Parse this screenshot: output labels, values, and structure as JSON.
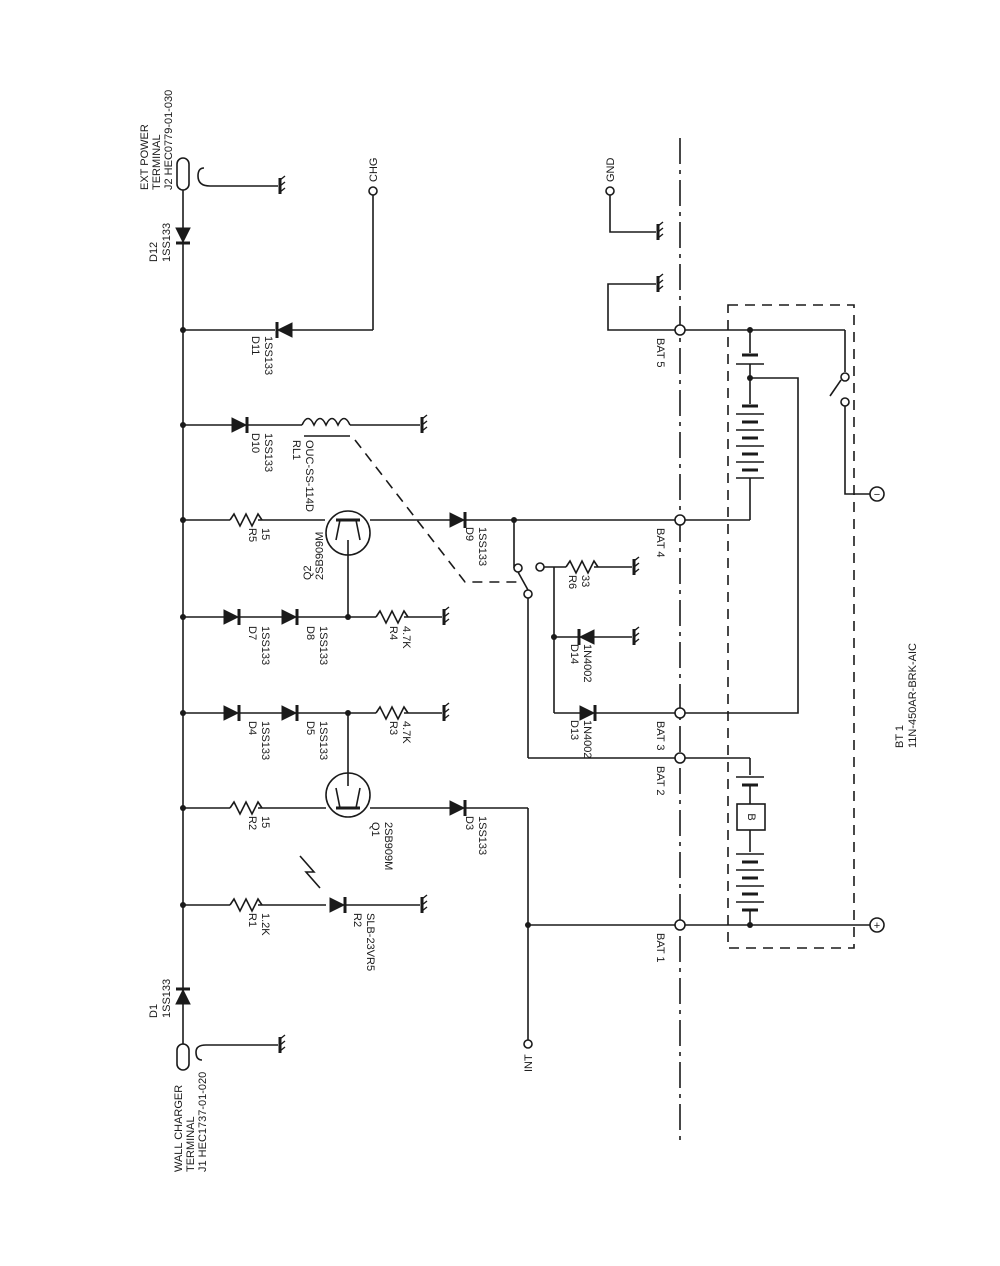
{
  "connectors": {
    "ext_power": [
      "EXT POWER",
      "TERMINAL",
      "J2 HEC0779-01-030"
    ],
    "wall_charger": [
      "WALL CHARGER",
      "TERMINAL",
      "J1 HEC1737-01-020"
    ]
  },
  "terminals": {
    "chg": "CHG",
    "gnd": "GND",
    "int": "INT",
    "plus": "+",
    "minus": "−"
  },
  "components": {
    "d12": [
      "D12",
      "1SS133"
    ],
    "d11": [
      "1SS133",
      "D11"
    ],
    "d10": [
      "1SS133",
      "D10"
    ],
    "rl1": [
      "OUC-SS-114D",
      "RL1"
    ],
    "r5": [
      "15",
      "R5"
    ],
    "q2": [
      "Q2",
      "2SB909M"
    ],
    "d9": [
      "1SS133",
      "D9"
    ],
    "d7": [
      "1SS133",
      "D7"
    ],
    "d8": [
      "1SS133",
      "D8"
    ],
    "r4": [
      "4.7K",
      "R4"
    ],
    "r6": [
      "33",
      "R6"
    ],
    "d14": [
      "1N4002",
      "D14"
    ],
    "d13": [
      "1N4002",
      "D13"
    ],
    "d4": [
      "1SS133",
      "D4"
    ],
    "d5": [
      "1SS133",
      "D5"
    ],
    "r3": [
      "4.7K",
      "R3"
    ],
    "r2": [
      "15",
      "R2"
    ],
    "q1": [
      "2SB909M",
      "Q1"
    ],
    "d3": [
      "1SS133",
      "D3"
    ],
    "r1": [
      "1.2K",
      "R1"
    ],
    "zd": [
      "SLB-23VR5",
      "R2"
    ],
    "d1": [
      "D1",
      "1SS133"
    ]
  },
  "battery": {
    "taps": [
      "BAT 5",
      "BAT 4",
      "BAT 3",
      "BAT 2",
      "BAT 1"
    ],
    "cell_marker": "B",
    "name": [
      "BT 1",
      "11N-450AR-BRK-AIC"
    ]
  }
}
